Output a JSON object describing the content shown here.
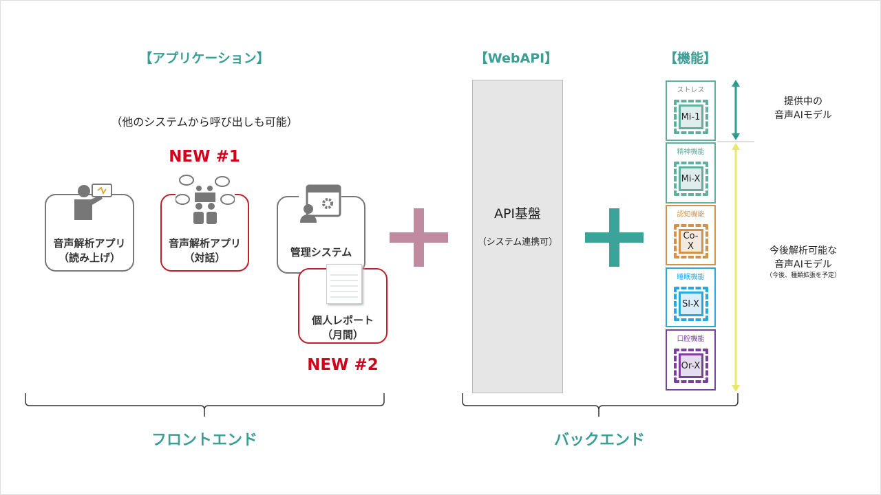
{
  "titles": {
    "app": "【アプリケーション】",
    "webapi": "【WebAPI】",
    "functions": "【機能】"
  },
  "subtitle": "（他のシステムから呼び出しも可能）",
  "badges": {
    "new1": "NEW #1",
    "new2": "NEW #2"
  },
  "apps": [
    {
      "line1": "音声解析アプリ",
      "line2": "（読み上げ）",
      "icon": "person-presenting-icon"
    },
    {
      "line1": "音声解析アプリ",
      "line2": "（対話）",
      "icon": "group-conversation-icon"
    },
    {
      "line1": "管理システム",
      "icon": "admin-settings-icon"
    },
    {
      "line1": "個人レポート",
      "line2": "（月間）",
      "icon": "report-document-icon"
    }
  ],
  "api": {
    "title": "API基盤",
    "sub": "（システム連携可）"
  },
  "chips": [
    {
      "category": "ストレス",
      "code": "Mi-1",
      "color": "#5fae9e"
    },
    {
      "category": "精神機能",
      "code": "Mi-X",
      "color": "#5fae9e"
    },
    {
      "category": "認知機能",
      "code": "Co-X",
      "color": "#d4914a"
    },
    {
      "category": "睡眠機能",
      "code": "Sl-X",
      "color": "#29a8e0"
    },
    {
      "category": "口腔機能",
      "code": "Or-X",
      "color": "#7a3fa0"
    }
  ],
  "notes": {
    "current_line1": "提供中の",
    "current_line2": "音声AIモデル",
    "future_line1": "今後解析可能な",
    "future_line2": "音声AIモデル",
    "future_small": "（今後、種類拡張を予定）"
  },
  "sections": {
    "frontend": "フロントエンド",
    "backend": "バックエンド"
  }
}
